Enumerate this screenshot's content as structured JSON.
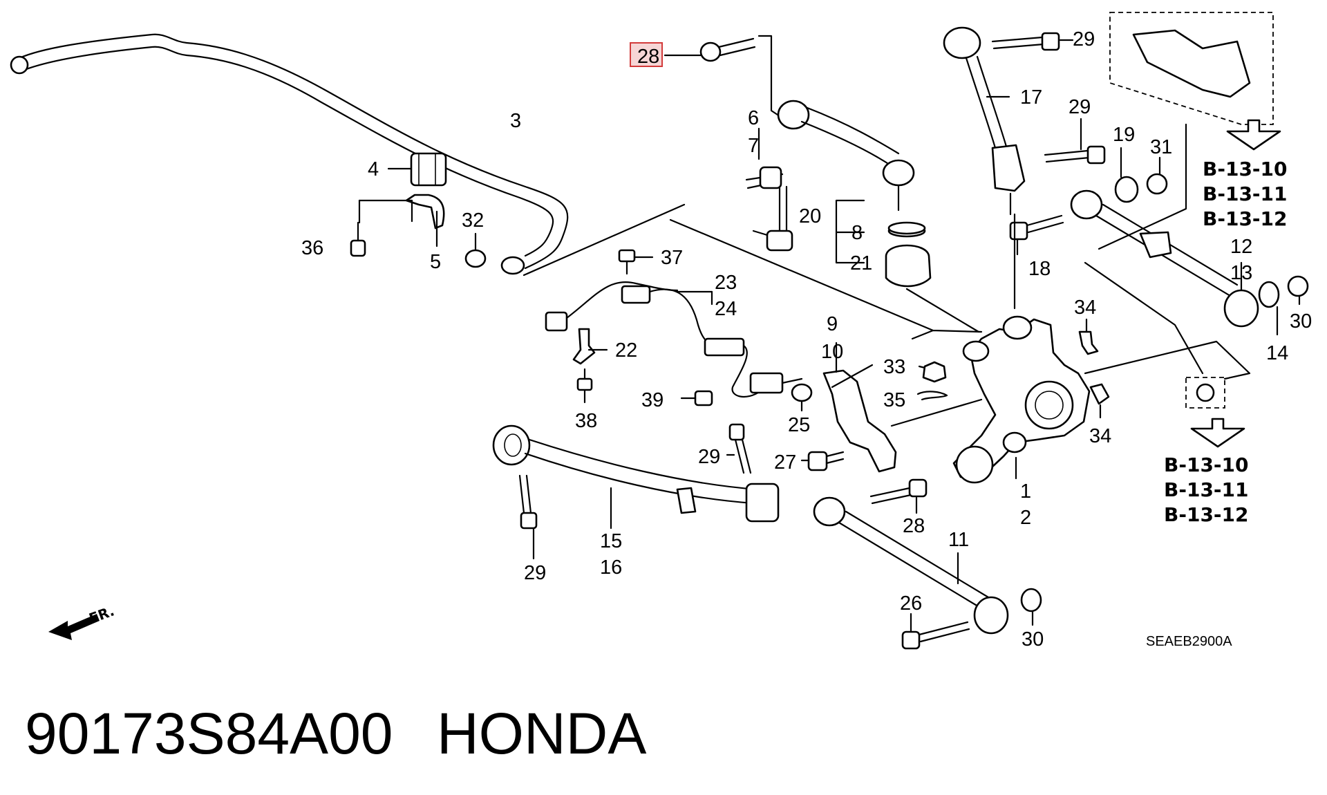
{
  "callouts": [
    {
      "id": "28a",
      "text": "28",
      "highlighted": true
    },
    {
      "id": "3",
      "text": "3"
    },
    {
      "id": "4",
      "text": "4"
    },
    {
      "id": "5",
      "text": "5"
    },
    {
      "id": "36",
      "text": "36"
    },
    {
      "id": "32",
      "text": "32"
    },
    {
      "id": "6",
      "text": "6"
    },
    {
      "id": "7",
      "text": "7"
    },
    {
      "id": "20",
      "text": "20"
    },
    {
      "id": "8",
      "text": "8"
    },
    {
      "id": "21",
      "text": "21"
    },
    {
      "id": "37",
      "text": "37"
    },
    {
      "id": "23",
      "text": "23"
    },
    {
      "id": "24",
      "text": "24"
    },
    {
      "id": "22",
      "text": "22"
    },
    {
      "id": "38",
      "text": "38"
    },
    {
      "id": "39",
      "text": "39"
    },
    {
      "id": "9",
      "text": "9"
    },
    {
      "id": "10",
      "text": "10"
    },
    {
      "id": "33",
      "text": "33"
    },
    {
      "id": "35",
      "text": "35"
    },
    {
      "id": "25",
      "text": "25"
    },
    {
      "id": "27",
      "text": "27"
    },
    {
      "id": "29a",
      "text": "29"
    },
    {
      "id": "29b",
      "text": "29"
    },
    {
      "id": "29c",
      "text": "29"
    },
    {
      "id": "29d",
      "text": "29"
    },
    {
      "id": "15",
      "text": "15"
    },
    {
      "id": "16",
      "text": "16"
    },
    {
      "id": "17",
      "text": "17"
    },
    {
      "id": "19",
      "text": "19"
    },
    {
      "id": "31",
      "text": "31"
    },
    {
      "id": "18",
      "text": "18"
    },
    {
      "id": "12",
      "text": "12"
    },
    {
      "id": "13",
      "text": "13"
    },
    {
      "id": "14",
      "text": "14"
    },
    {
      "id": "30a",
      "text": "30"
    },
    {
      "id": "34a",
      "text": "34"
    },
    {
      "id": "34b",
      "text": "34"
    },
    {
      "id": "1",
      "text": "1"
    },
    {
      "id": "2",
      "text": "2"
    },
    {
      "id": "28b",
      "text": "28"
    },
    {
      "id": "11",
      "text": "11"
    },
    {
      "id": "26",
      "text": "26"
    },
    {
      "id": "30b",
      "text": "30"
    }
  ],
  "references": {
    "upper": [
      "B-13-10",
      "B-13-11",
      "B-13-12"
    ],
    "lower": [
      "B-13-10",
      "B-13-11",
      "B-13-12"
    ]
  },
  "front_marker": "FR.",
  "diagram_code": "SEAEB2900A",
  "caption": {
    "part_number": "90173S84A00",
    "brand": "HONDA"
  },
  "colors": {
    "highlight_fill": "#f6d6d6",
    "highlight_stroke": "#d23a3a"
  }
}
